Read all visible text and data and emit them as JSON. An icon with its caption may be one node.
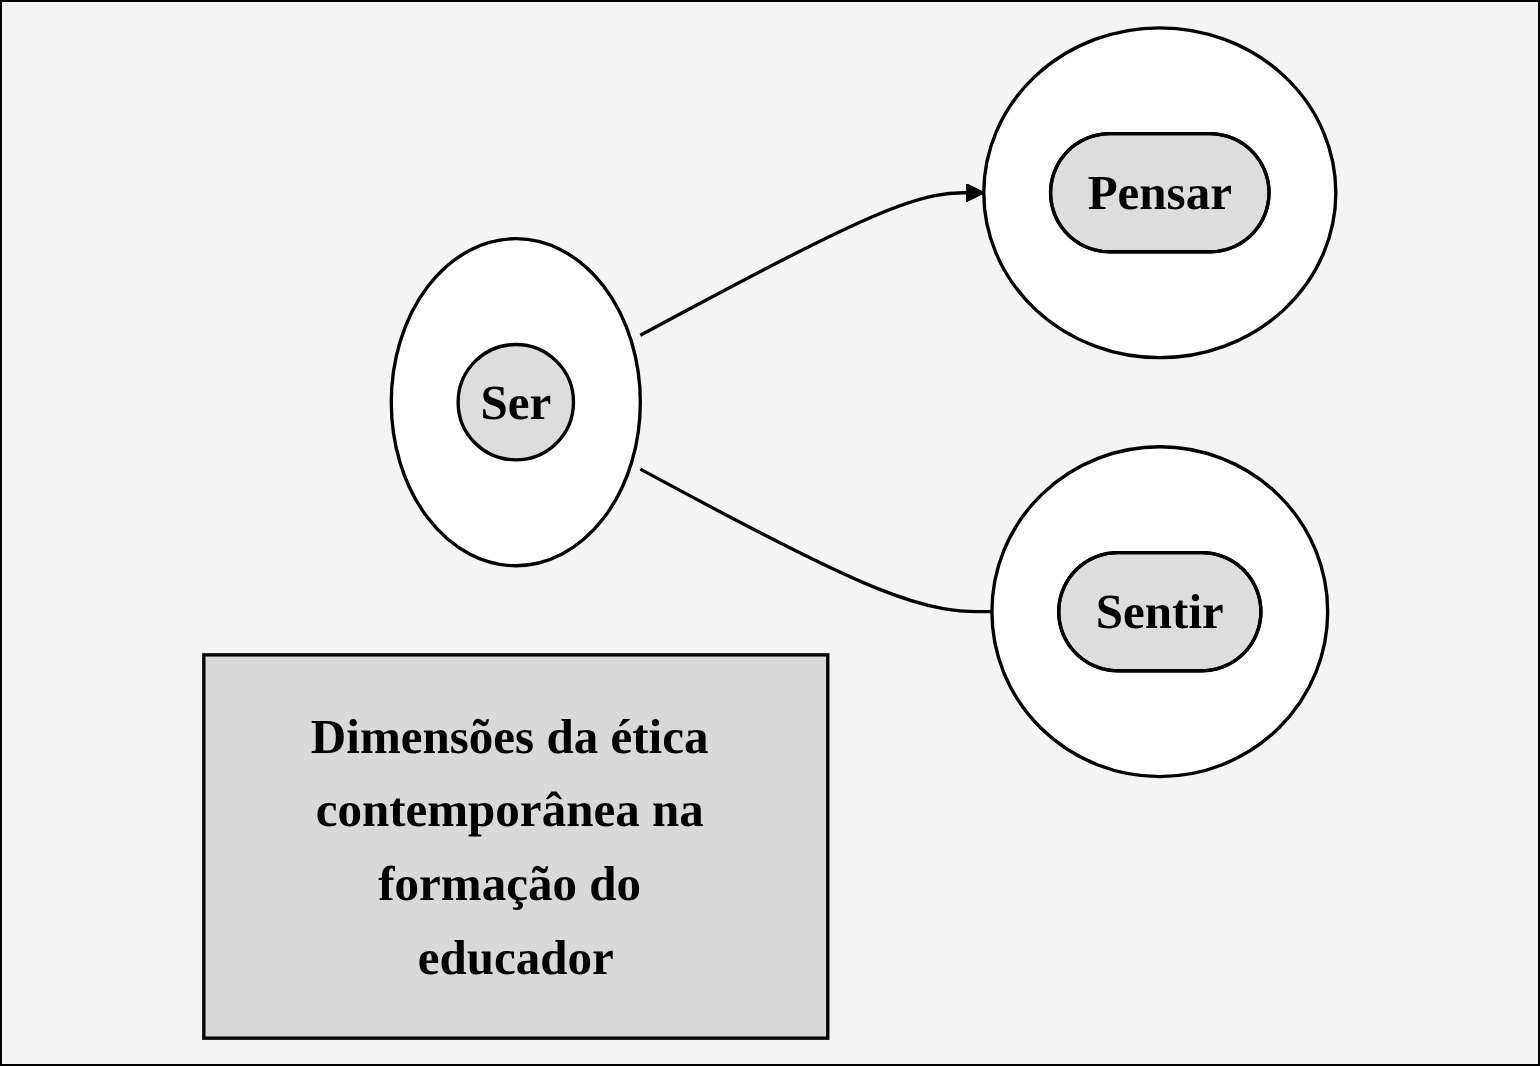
{
  "diagram": {
    "nodes": [
      {
        "text": [
          "Dimensões da ética contemporânea na formação do educador"
        ]
      },
      {
        "text": [],
        "shape": "ellipse"
      },
      {
        "text": [
          "Ser"
        ],
        "in": 1
      },
      {
        "text": [],
        "shape": "ellipse"
      },
      {
        "text": [
          "Pensar"
        ],
        "in": 3
      },
      {
        "text": [],
        "shape": "ellipse"
      },
      {
        "text": [
          "Sentir"
        ],
        "in": 5
      }
    ],
    "edges": [
      {
        "from": 1,
        "to": 3,
        "arrow": "to"
      },
      {
        "from": 1,
        "to": 5,
        "arrow": "none"
      }
    ]
  }
}
